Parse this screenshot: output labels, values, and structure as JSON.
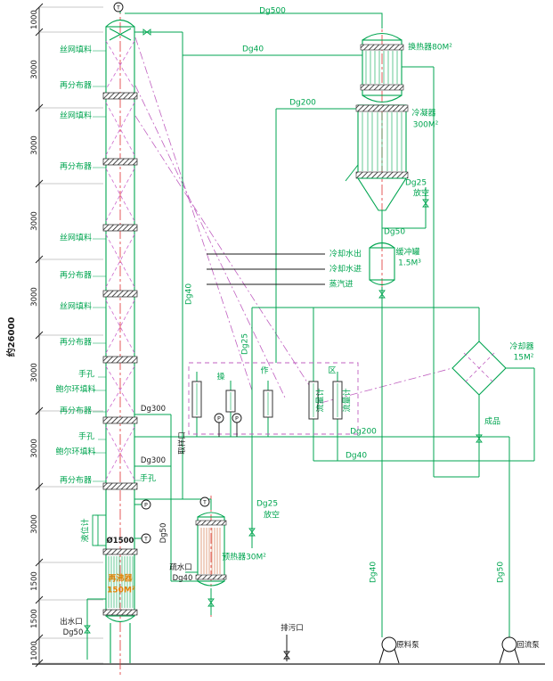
{
  "colors": {
    "pipe_green": "#00a550",
    "packing_magenta": "#cc66cc",
    "centerline_red": "#e03030",
    "reboiler_orange": "#e08000",
    "line_black": "#1a1a1a"
  },
  "dimensions": {
    "total": "约26000",
    "segments": [
      "1000",
      "3000",
      "3000",
      "3000",
      "3000",
      "3000",
      "3000",
      "3000",
      "1500",
      "1500",
      "1000"
    ]
  },
  "column": {
    "packing_labels": [
      "丝网填料",
      "再分布器",
      "丝网填料",
      "再分布器",
      "丝网填料",
      "再分布器",
      "丝网填料",
      "再分布器"
    ],
    "handhole": "手孔",
    "pall_ring": "鲍尔环填料",
    "redistributor": "再分布器",
    "level_gauge": "液位计",
    "diameter": "Ø1500",
    "reboiler_name": "再沸器",
    "reboiler_area": "150M²",
    "drain_port": "出水口",
    "instrument_t": "T",
    "instrument_p": "P"
  },
  "equipment": {
    "heat_exchanger": "换热器80M²",
    "condenser_name": "冷凝器",
    "condenser_area": "300M²",
    "buffer_tank_name": "缓冲罐",
    "buffer_tank_vol": "1.5M³",
    "cooler_name": "冷却器",
    "cooler_area": "15M²",
    "preheater": "预热器30M²",
    "product": "成品",
    "feed_pump": "原料泵",
    "reflux_pump": "回流泵",
    "trap_port": "疏水口"
  },
  "streams": {
    "cooling_out": "冷却水出",
    "cooling_in": "冷却水进",
    "steam_in": "蒸汽进"
  },
  "zone": {
    "c1": "操",
    "c2": "作",
    "c3": "区",
    "flow_meter": "流量计",
    "sample_port": "取样口",
    "drain": "排污口"
  },
  "pipes": {
    "dg500": "Dg500",
    "dg300": "Dg300",
    "dg200": "Dg200",
    "dg50": "Dg50",
    "dg40": "Dg40",
    "dg25": "Dg25",
    "vent": "放空"
  }
}
